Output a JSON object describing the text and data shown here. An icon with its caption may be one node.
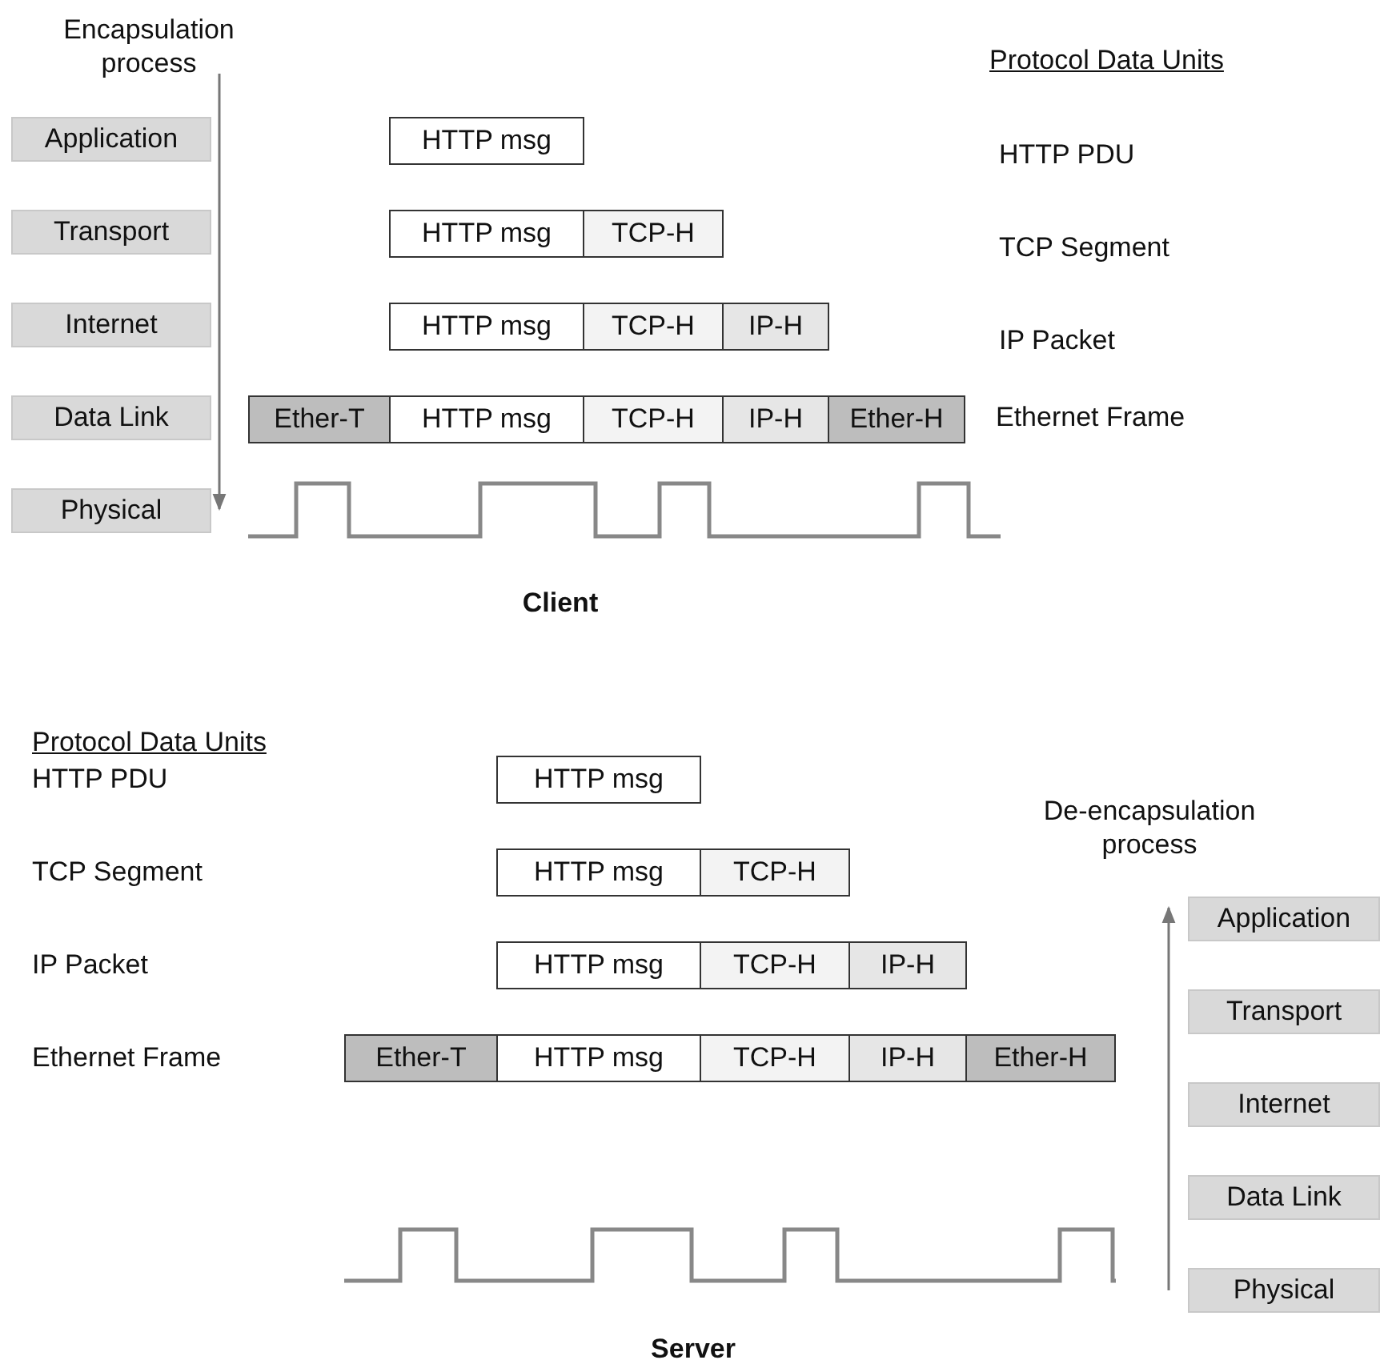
{
  "diagram": {
    "nodes": [
      {
        "text": [
          "Application"
        ]
      },
      {
        "text": [
          "Transport"
        ]
      },
      {
        "text": [
          "Internet"
        ]
      },
      {
        "text": [
          "Data Link"
        ]
      },
      {
        "text": [
          "Physical"
        ]
      },
      {
        "text": [
          "HTTP msg"
        ]
      },
      {
        "text": [
          "HTTP msg"
        ]
      },
      {
        "text": [
          "TCP-H"
        ]
      },
      {
        "text": [
          "HTTP msg"
        ]
      },
      {
        "text": [
          "TCP-H"
        ]
      },
      {
        "text": [
          "IP-H"
        ]
      },
      {
        "text": [
          "Ether-T"
        ]
      },
      {
        "text": [
          "HTTP msg"
        ]
      },
      {
        "text": [
          "TCP-H"
        ]
      },
      {
        "text": [
          "IP-H"
        ]
      },
      {
        "text": [
          "Ether-H"
        ]
      },
      {
        "text": [
          "HTTP msg"
        ]
      },
      {
        "text": [
          "HTTP msg"
        ]
      },
      {
        "text": [
          "TCP-H"
        ]
      },
      {
        "text": [
          "HTTP msg"
        ]
      },
      {
        "text": [
          "TCP-H"
        ]
      },
      {
        "text": [
          "IP-H"
        ]
      },
      {
        "text": [
          "Ether-T"
        ]
      },
      {
        "text": [
          "HTTP msg"
        ]
      },
      {
        "text": [
          "TCP-H"
        ]
      },
      {
        "text": [
          "IP-H"
        ]
      },
      {
        "text": [
          "Ether-H"
        ]
      },
      {
        "text": [
          "Application"
        ]
      },
      {
        "text": [
          "Transport"
        ]
      },
      {
        "text": [
          "Internet"
        ]
      },
      {
        "text": [
          "Data Link"
        ]
      },
      {
        "text": [
          "Physical"
        ]
      }
    ],
    "edges": [],
    "labels": [
      "Encapsulation process",
      "Protocol Data Units",
      "HTTP PDU",
      "TCP Segment",
      "IP Packet",
      "Ethernet Frame",
      "Client",
      "De-encapsulation process",
      "Protocol Data Units",
      "HTTP PDU",
      "TCP Segment",
      "IP Packet",
      "Ethernet Frame",
      "Server"
    ]
  }
}
